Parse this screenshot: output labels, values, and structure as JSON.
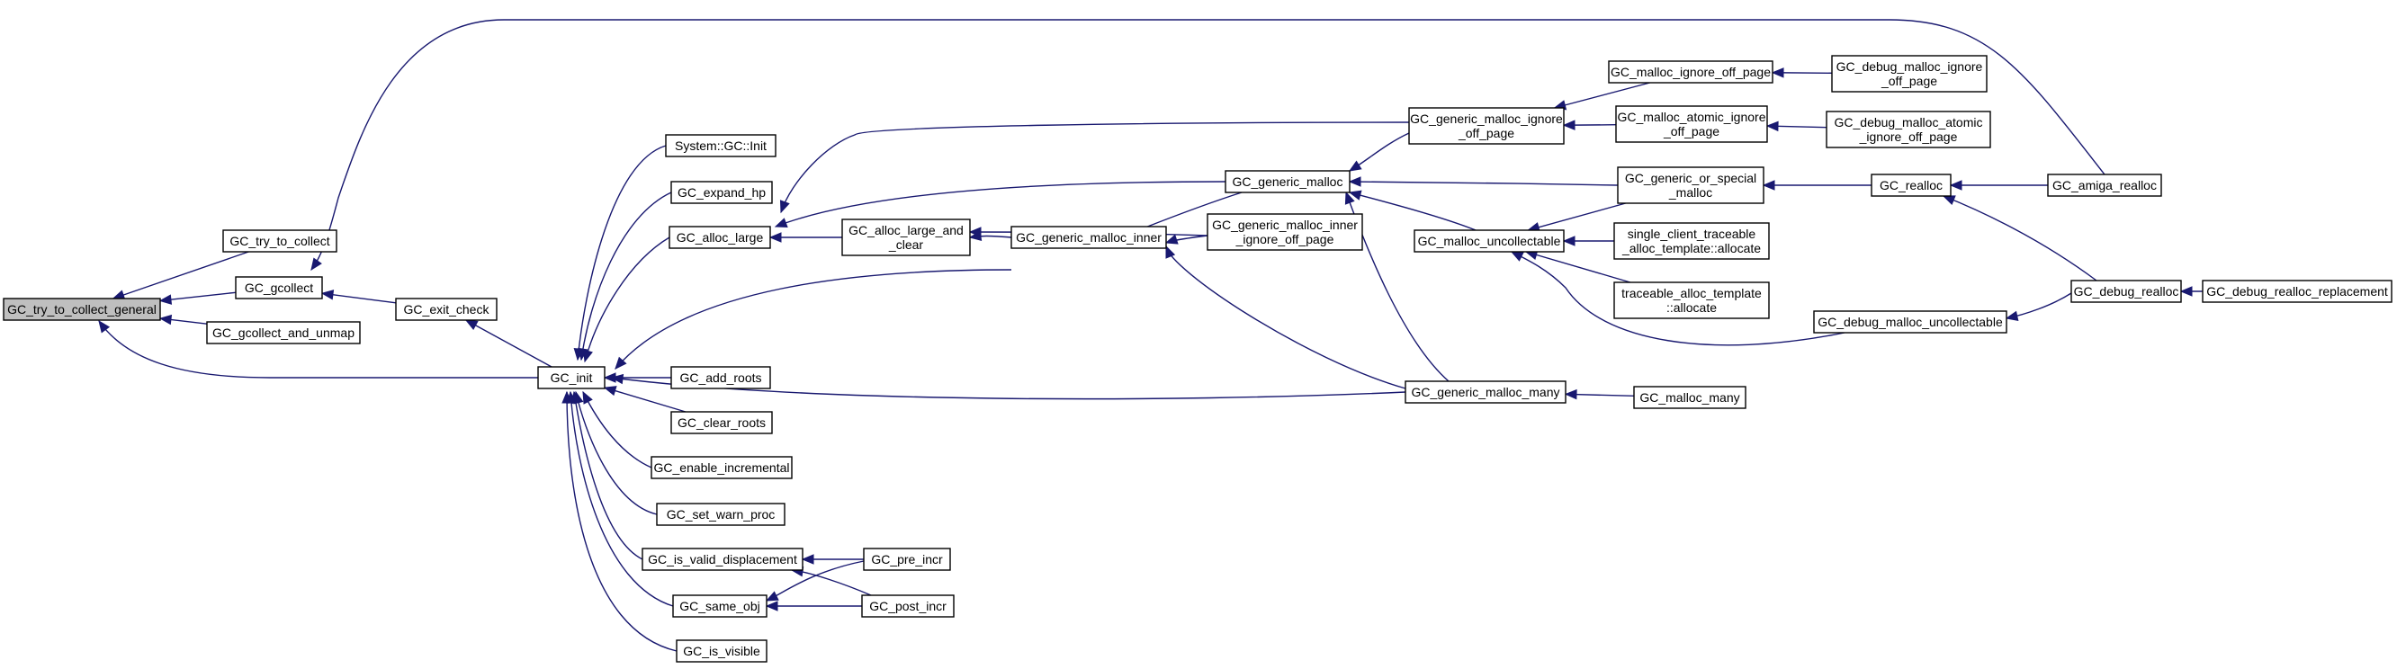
{
  "nodes": [
    {
      "id": "try_collect_general",
      "name": "node-gc-try-to-collect-general",
      "lines": [
        "GC_try_to_collect_general"
      ],
      "root": true
    },
    {
      "id": "try_to_collect",
      "name": "node-gc-try-to-collect",
      "lines": [
        "GC_try_to_collect"
      ]
    },
    {
      "id": "gcollect",
      "name": "node-gc-gcollect",
      "lines": [
        "GC_gcollect"
      ]
    },
    {
      "id": "gcollect_unmap",
      "name": "node-gc-gcollect-and-unmap",
      "lines": [
        "GC_gcollect_and_unmap"
      ]
    },
    {
      "id": "exit_check",
      "name": "node-gc-exit-check",
      "lines": [
        "GC_exit_check"
      ]
    },
    {
      "id": "gc_init",
      "name": "node-gc-init",
      "lines": [
        "GC_init"
      ]
    },
    {
      "id": "system_gc_init",
      "name": "node-system-gc-init",
      "lines": [
        "System::GC::Init"
      ]
    },
    {
      "id": "expand_hp",
      "name": "node-gc-expand-hp",
      "lines": [
        "GC_expand_hp"
      ]
    },
    {
      "id": "alloc_large",
      "name": "node-gc-alloc-large",
      "lines": [
        "GC_alloc_large"
      ]
    },
    {
      "id": "add_roots",
      "name": "node-gc-add-roots",
      "lines": [
        "GC_add_roots"
      ]
    },
    {
      "id": "clear_roots",
      "name": "node-gc-clear-roots",
      "lines": [
        "GC_clear_roots"
      ]
    },
    {
      "id": "enable_incremental",
      "name": "node-gc-enable-incremental",
      "lines": [
        "GC_enable_incremental"
      ]
    },
    {
      "id": "set_warn_proc",
      "name": "node-gc-set-warn-proc",
      "lines": [
        "GC_set_warn_proc"
      ]
    },
    {
      "id": "is_valid_displacement",
      "name": "node-gc-is-valid-displacement",
      "lines": [
        "GC_is_valid_displacement"
      ]
    },
    {
      "id": "same_obj",
      "name": "node-gc-same-obj",
      "lines": [
        "GC_same_obj"
      ]
    },
    {
      "id": "is_visible",
      "name": "node-gc-is-visible",
      "lines": [
        "GC_is_visible"
      ]
    },
    {
      "id": "alloc_large_and_clear",
      "name": "node-gc-alloc-large-and-clear",
      "lines": [
        "GC_alloc_large_and",
        "_clear"
      ]
    },
    {
      "id": "generic_malloc_inner",
      "name": "node-gc-generic-malloc-inner",
      "lines": [
        "GC_generic_malloc_inner"
      ]
    },
    {
      "id": "pre_incr",
      "name": "node-gc-pre-incr",
      "lines": [
        "GC_pre_incr"
      ]
    },
    {
      "id": "post_incr",
      "name": "node-gc-post-incr",
      "lines": [
        "GC_post_incr"
      ]
    },
    {
      "id": "generic_malloc",
      "name": "node-gc-generic-malloc",
      "lines": [
        "GC_generic_malloc"
      ]
    },
    {
      "id": "generic_malloc_inner_iop",
      "name": "node-gc-generic-malloc-inner-ignore-off-page",
      "lines": [
        "GC_generic_malloc_inner",
        "_ignore_off_page"
      ]
    },
    {
      "id": "generic_malloc_iop",
      "name": "node-gc-generic-malloc-ignore-off-page",
      "lines": [
        "GC_generic_malloc_ignore",
        "_off_page"
      ]
    },
    {
      "id": "malloc_uncollectable",
      "name": "node-gc-malloc-uncollectable",
      "lines": [
        "GC_malloc_uncollectable"
      ]
    },
    {
      "id": "generic_malloc_many",
      "name": "node-gc-generic-malloc-many",
      "lines": [
        "GC_generic_malloc_many"
      ]
    },
    {
      "id": "malloc_iop",
      "name": "node-gc-malloc-ignore-off-page",
      "lines": [
        "GC_malloc_ignore_off_page"
      ]
    },
    {
      "id": "malloc_atomic_iop",
      "name": "node-gc-malloc-atomic-ignore-off-page",
      "lines": [
        "GC_malloc_atomic_ignore",
        "_off_page"
      ]
    },
    {
      "id": "generic_or_special",
      "name": "node-gc-generic-or-special-malloc",
      "lines": [
        "GC_generic_or_special",
        "_malloc"
      ]
    },
    {
      "id": "single_client",
      "name": "node-single-client-traceable-alloc-template-allocate",
      "lines": [
        "single_client_traceable",
        "_alloc_template::allocate"
      ]
    },
    {
      "id": "traceable_alloc",
      "name": "node-traceable-alloc-template-allocate",
      "lines": [
        "traceable_alloc_template",
        "::allocate"
      ]
    },
    {
      "id": "malloc_many",
      "name": "node-gc-malloc-many",
      "lines": [
        "GC_malloc_many"
      ]
    },
    {
      "id": "debug_malloc_iop",
      "name": "node-gc-debug-malloc-ignore-off-page",
      "lines": [
        "GC_debug_malloc_ignore",
        "_off_page"
      ]
    },
    {
      "id": "debug_malloc_atomic_iop",
      "name": "node-gc-debug-malloc-atomic-ignore-off-page",
      "lines": [
        "GC_debug_malloc_atomic",
        "_ignore_off_page"
      ]
    },
    {
      "id": "realloc",
      "name": "node-gc-realloc",
      "lines": [
        "GC_realloc"
      ]
    },
    {
      "id": "debug_malloc_uncollectable",
      "name": "node-gc-debug-malloc-uncollectable",
      "lines": [
        "GC_debug_malloc_uncollectable"
      ]
    },
    {
      "id": "amiga_realloc",
      "name": "node-gc-amiga-realloc",
      "lines": [
        "GC_amiga_realloc"
      ]
    },
    {
      "id": "debug_realloc",
      "name": "node-gc-debug-realloc",
      "lines": [
        "GC_debug_realloc"
      ]
    },
    {
      "id": "debug_realloc_replacement",
      "name": "node-gc-debug-realloc-replacement",
      "lines": [
        "GC_debug_realloc_replacement"
      ]
    }
  ],
  "edges": [
    {
      "from": "try_to_collect",
      "to": "try_collect_general"
    },
    {
      "from": "gcollect",
      "to": "try_collect_general"
    },
    {
      "from": "gcollect_unmap",
      "to": "try_collect_general"
    },
    {
      "from": "gc_init",
      "to": "try_collect_general"
    },
    {
      "from": "amiga_realloc",
      "to": "gcollect"
    },
    {
      "from": "exit_check",
      "to": "gcollect"
    },
    {
      "from": "gc_init",
      "to": "exit_check"
    },
    {
      "from": "system_gc_init",
      "to": "gc_init"
    },
    {
      "from": "expand_hp",
      "to": "gc_init"
    },
    {
      "from": "alloc_large",
      "to": "gc_init"
    },
    {
      "from": "add_roots",
      "to": "gc_init"
    },
    {
      "from": "clear_roots",
      "to": "gc_init"
    },
    {
      "from": "enable_incremental",
      "to": "gc_init"
    },
    {
      "from": "set_warn_proc",
      "to": "gc_init"
    },
    {
      "from": "is_valid_displacement",
      "to": "gc_init"
    },
    {
      "from": "same_obj",
      "to": "gc_init"
    },
    {
      "from": "is_visible",
      "to": "gc_init"
    },
    {
      "from": "generic_malloc_inner",
      "to": "gc_init"
    },
    {
      "from": "generic_malloc_many",
      "to": "gc_init"
    },
    {
      "from": "alloc_large_and_clear",
      "to": "alloc_large"
    },
    {
      "from": "generic_malloc",
      "to": "alloc_large"
    },
    {
      "from": "generic_malloc_iop",
      "to": "alloc_large"
    },
    {
      "from": "generic_malloc_inner",
      "to": "alloc_large_and_clear"
    },
    {
      "from": "generic_malloc_inner_iop",
      "to": "alloc_large_and_clear"
    },
    {
      "from": "generic_malloc",
      "to": "generic_malloc_inner"
    },
    {
      "from": "generic_malloc_inner_iop",
      "to": "generic_malloc_inner"
    },
    {
      "from": "generic_malloc_many",
      "to": "generic_malloc_inner"
    },
    {
      "from": "pre_incr",
      "to": "is_valid_displacement"
    },
    {
      "from": "post_incr",
      "to": "is_valid_displacement"
    },
    {
      "from": "pre_incr",
      "to": "same_obj"
    },
    {
      "from": "post_incr",
      "to": "same_obj"
    },
    {
      "from": "generic_malloc_iop",
      "to": "generic_malloc"
    },
    {
      "from": "generic_or_special",
      "to": "generic_malloc"
    },
    {
      "from": "malloc_uncollectable",
      "to": "generic_malloc"
    },
    {
      "from": "generic_malloc_many",
      "to": "generic_malloc"
    },
    {
      "from": "malloc_iop",
      "to": "generic_malloc_iop"
    },
    {
      "from": "malloc_atomic_iop",
      "to": "generic_malloc_iop"
    },
    {
      "from": "generic_or_special",
      "to": "malloc_uncollectable"
    },
    {
      "from": "single_client",
      "to": "malloc_uncollectable"
    },
    {
      "from": "traceable_alloc",
      "to": "malloc_uncollectable"
    },
    {
      "from": "debug_malloc_uncollectable",
      "to": "malloc_uncollectable"
    },
    {
      "from": "malloc_many",
      "to": "generic_malloc_many"
    },
    {
      "from": "debug_malloc_iop",
      "to": "malloc_iop"
    },
    {
      "from": "debug_malloc_atomic_iop",
      "to": "malloc_atomic_iop"
    },
    {
      "from": "realloc",
      "to": "generic_or_special"
    },
    {
      "from": "amiga_realloc",
      "to": "realloc"
    },
    {
      "from": "debug_realloc",
      "to": "realloc"
    },
    {
      "from": "debug_realloc",
      "to": "debug_malloc_uncollectable"
    },
    {
      "from": "debug_realloc_replacement",
      "to": "debug_realloc"
    }
  ]
}
